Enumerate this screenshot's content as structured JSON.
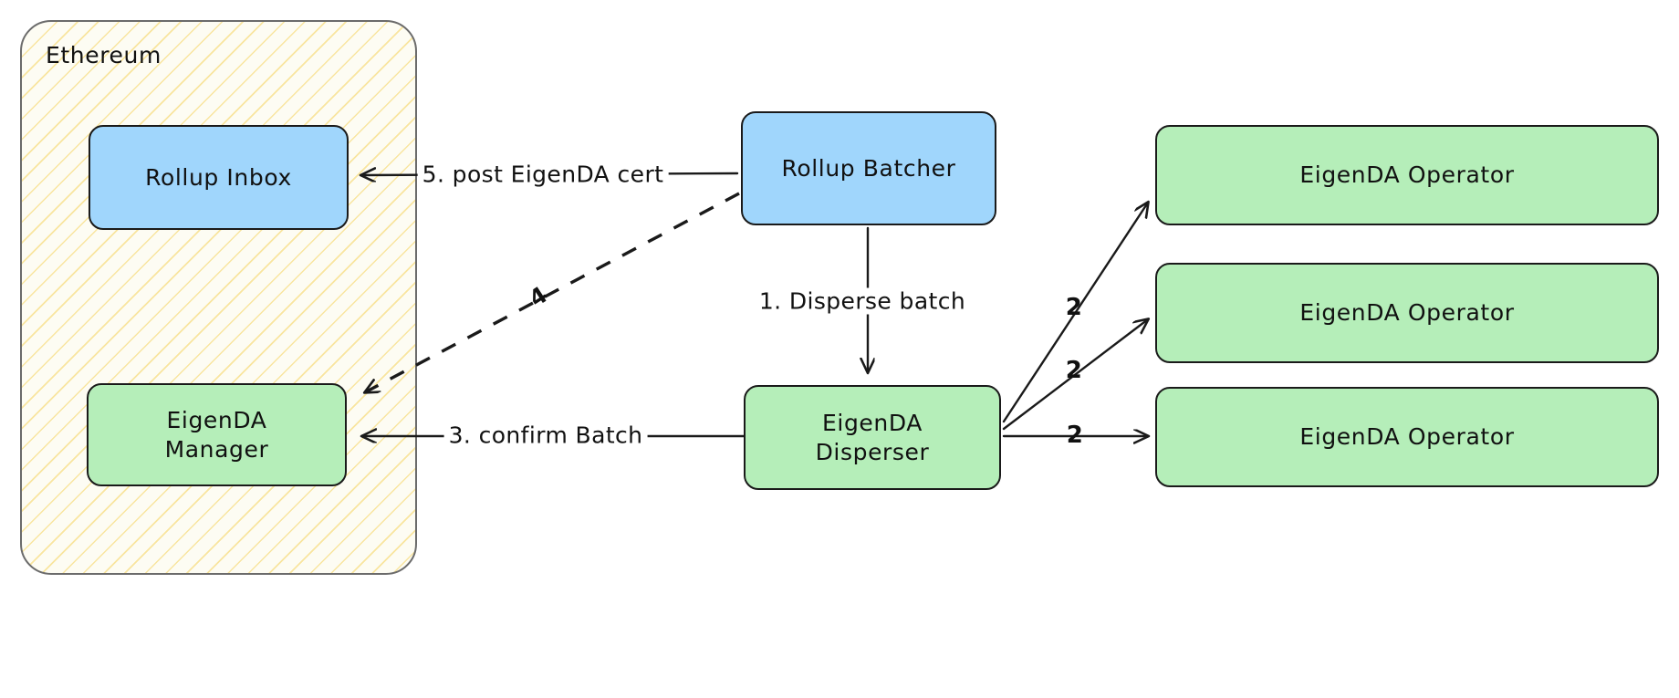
{
  "diagram": {
    "title": "EigenDA rollup data availability flow",
    "background": "#ffffff",
    "colors": {
      "blue_fill": "#a0d6fc",
      "green_fill": "#b5eeb9",
      "group_fill": "#fdfcf3",
      "group_hatch": "#f5d25a",
      "group_border": "#6b6b6b",
      "node_border": "#1a1a1a",
      "edge_stroke": "#1a1a1a",
      "text": "#111111"
    }
  },
  "group": {
    "label": "Ethereum",
    "name": "ethereum-group"
  },
  "nodes": [
    {
      "id": "rollup-inbox",
      "label": "Rollup Inbox",
      "color": "blue"
    },
    {
      "id": "eigenda-manager",
      "label": "EigenDA\nManager",
      "color": "green"
    },
    {
      "id": "rollup-batcher",
      "label": "Rollup Batcher",
      "color": "blue"
    },
    {
      "id": "eigenda-disperser",
      "label": "EigenDA\nDisperser",
      "color": "green"
    },
    {
      "id": "eigenda-operator-1",
      "label": "EigenDA Operator",
      "color": "green"
    },
    {
      "id": "eigenda-operator-2",
      "label": "EigenDA Operator",
      "color": "green"
    },
    {
      "id": "eigenda-operator-3",
      "label": "EigenDA Operator",
      "color": "green"
    }
  ],
  "edges": [
    {
      "id": "batcher-to-inbox",
      "label": "5. post EigenDA cert",
      "style": "solid"
    },
    {
      "id": "batcher-to-manager",
      "label": "4",
      "style": "dashed"
    },
    {
      "id": "batcher-to-disperser",
      "label": "1. Disperse batch",
      "style": "solid"
    },
    {
      "id": "disperser-to-manager",
      "label": "3. confirm Batch",
      "style": "solid"
    },
    {
      "id": "disperser-to-operator-1",
      "label": "2",
      "style": "solid"
    },
    {
      "id": "disperser-to-operator-2",
      "label": "2",
      "style": "solid"
    },
    {
      "id": "disperser-to-operator-3",
      "label": "2",
      "style": "solid"
    }
  ]
}
